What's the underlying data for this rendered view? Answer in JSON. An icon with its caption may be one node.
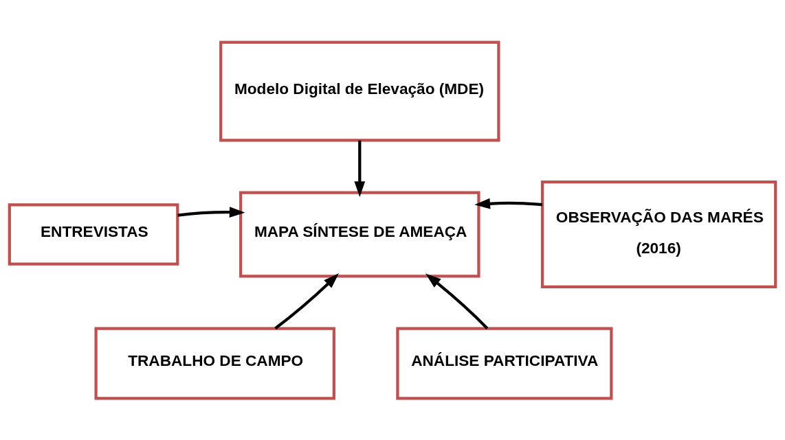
{
  "diagram": {
    "nodes": [
      {
        "text": [
          "Modelo Digital de Elevação (MDE)"
        ]
      },
      {
        "text": [
          "MAPA SÍNTESE DE AMEAÇA"
        ]
      },
      {
        "text": [
          "ENTREVISTAS"
        ]
      },
      {
        "text": [
          "OBSERVAÇÃO DAS MARÉS",
          "(2016)"
        ]
      },
      {
        "text": [
          "TRABALHO DE CAMPO"
        ]
      },
      {
        "text": [
          "ANÁLISE PARTICIPATIVA"
        ]
      }
    ],
    "edges": [
      {
        "from": 0,
        "to": 1,
        "arrow": "to"
      },
      {
        "from": 2,
        "to": 1,
        "arrow": "to"
      },
      {
        "from": 3,
        "to": 1,
        "arrow": "to"
      },
      {
        "from": 4,
        "to": 1,
        "arrow": "to"
      },
      {
        "from": 5,
        "to": 1,
        "arrow": "to"
      }
    ]
  }
}
